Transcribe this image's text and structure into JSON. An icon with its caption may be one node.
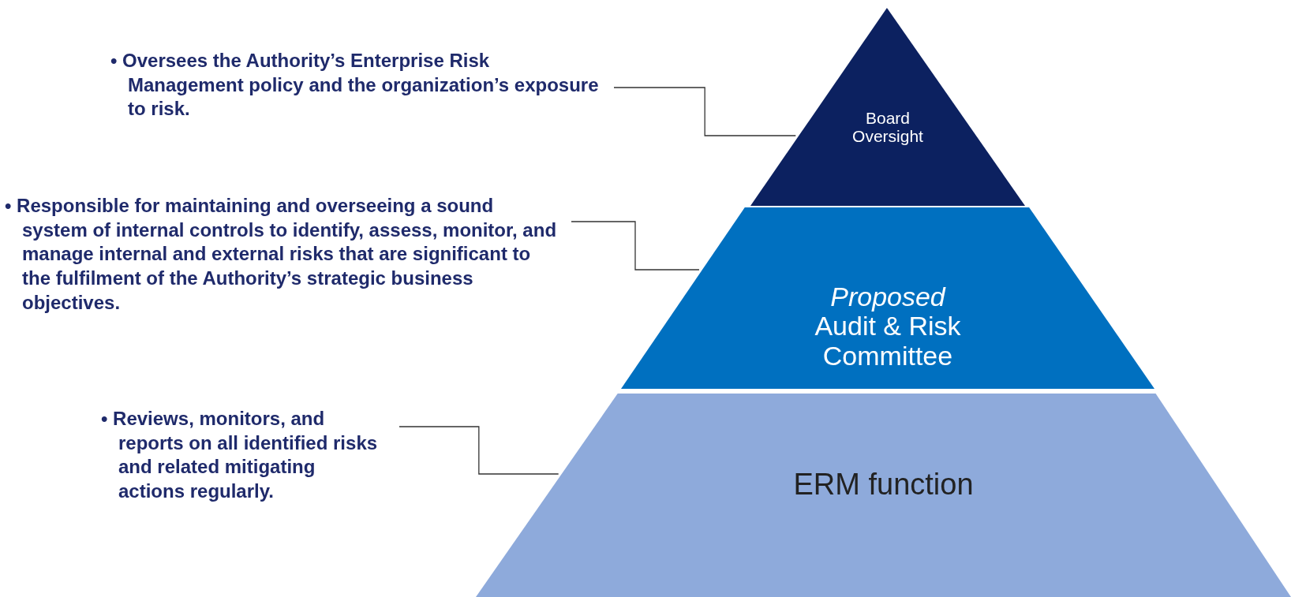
{
  "diagram": {
    "nodes": [
      {
        "text": [
          "• Oversees the Authority’s Enterprise Risk Management policy and the organization’s exposure to risk."
        ]
      },
      {
        "text": [
          "Board Oversight"
        ]
      },
      {
        "text": [
          "• Responsible for maintaining and overseeing a sound system of internal controls to identify, assess, monitor, and manage internal and external risks that are significant to the fulfilment of the Authority’s strategic business objectives."
        ]
      },
      {
        "text": [
          "*Proposed* Audit & Risk Committee"
        ]
      },
      {
        "text": [
          "• Reviews, monitors, and reports on all identified risks and related mitigating actions regularly."
        ]
      },
      {
        "text": [
          "ERM function"
        ]
      }
    ],
    "edges": [
      {
        "from": 0,
        "to": 1,
        "arrow": "none"
      },
      {
        "from": 2,
        "to": 3,
        "arrow": "none"
      },
      {
        "from": 4,
        "to": 5,
        "arrow": "none"
      }
    ]
  }
}
